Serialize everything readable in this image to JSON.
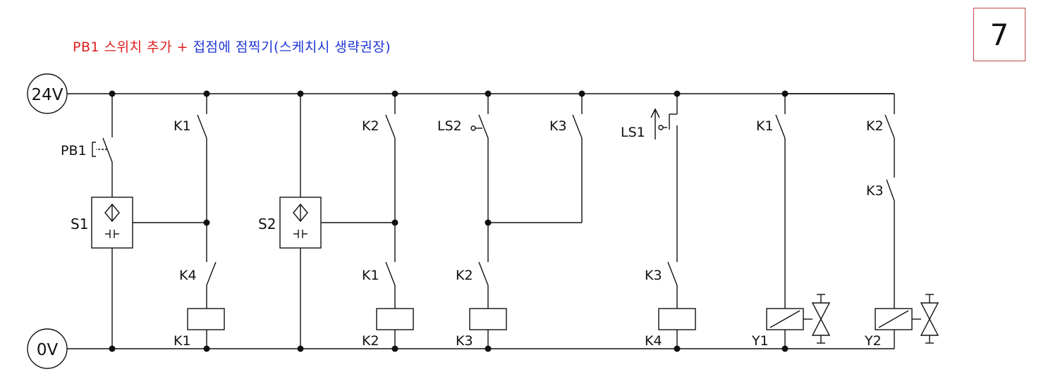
{
  "header": {
    "title_red": "PB1 스위치 추가 +",
    "title_blue": "접점에 점찍기(스케치시 생략권장)",
    "page_number": "7"
  },
  "rails": {
    "top_label": "24V",
    "bottom_label": "0V"
  },
  "labels": {
    "pb1": "PB1",
    "s1": "S1",
    "s2": "S2",
    "k1_c1": "K1",
    "k4_c1": "K4",
    "k1_coil1": "K1",
    "k2_c2": "K2",
    "k1_c2": "K1",
    "k2_coil": "K2",
    "ls2": "LS2",
    "k2_c3": "K2",
    "k3_coil": "K3",
    "k3_c4": "K3",
    "ls1": "LS1",
    "k3_c5": "K3",
    "k4_coil": "K4",
    "k1_c6": "K1",
    "y1": "Y1",
    "k2_c7": "K2",
    "k3_c7": "K3",
    "y2": "Y2"
  },
  "colors": {
    "line": "#111111",
    "title_red": "#e01e1e",
    "title_blue": "#1f35d6",
    "page_box": "#c24848"
  }
}
